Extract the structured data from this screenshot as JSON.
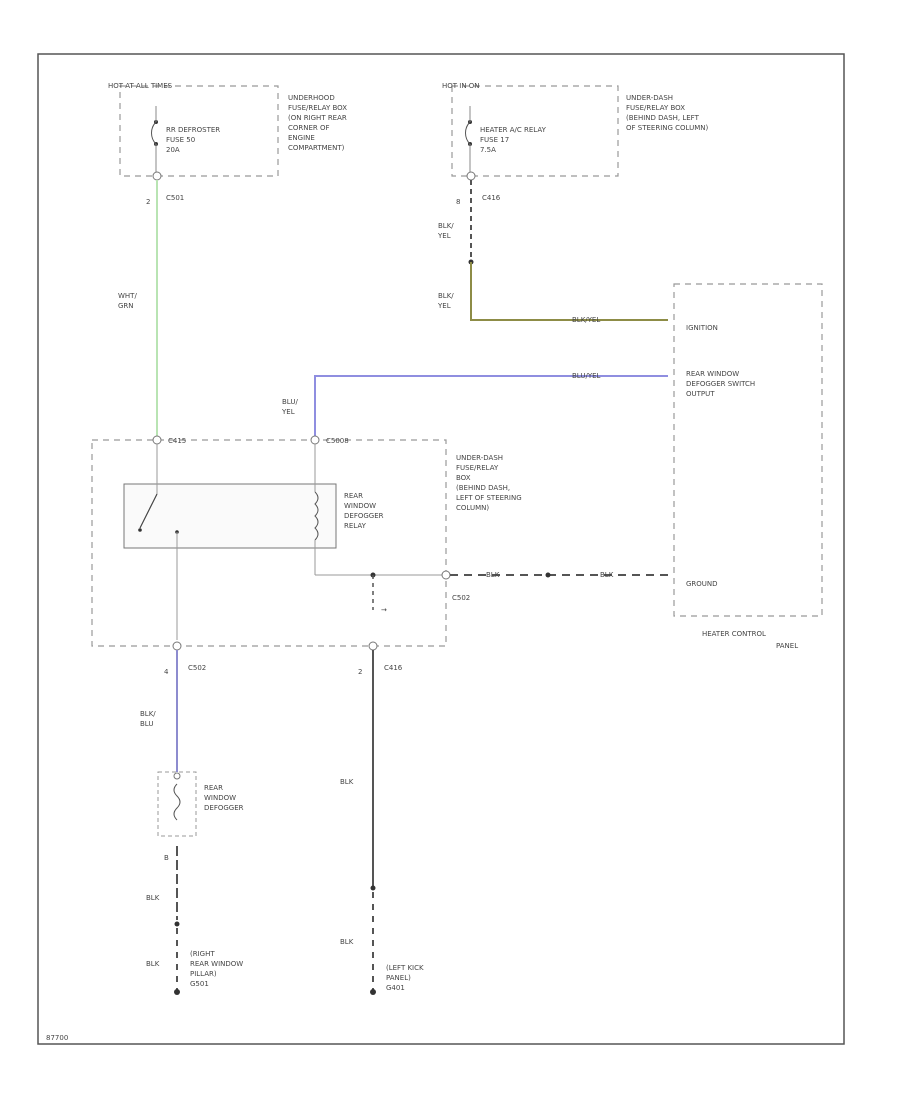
{
  "fuse_box_hot": {
    "header": "HOT AT ALL TIMES",
    "fuse": [
      "RR DEFROSTER",
      "FUSE 50",
      "20A"
    ],
    "box_label": [
      "UNDERHOOD",
      "FUSE/RELAY BOX",
      "(ON RIGHT REAR",
      "CORNER OF",
      "ENGINE",
      "COMPARTMENT)"
    ],
    "conn_pin": "2",
    "conn": "C501"
  },
  "fuse_box_ign": {
    "header": "HOT IN ON",
    "fuse": [
      "HEATER A/C RELAY",
      "FUSE 17",
      "7.5A"
    ],
    "box_label": [
      "UNDER-DASH",
      "FUSE/RELAY BOX",
      "(BEHIND DASH, LEFT",
      "OF STEERING COLUMN)"
    ],
    "conn_pin": "8",
    "conn": "C416"
  },
  "relay_box": {
    "conn_top_left": "C415",
    "conn_top_right": "C5008",
    "relay_label": [
      "REAR",
      "WINDOW",
      "DEFOGGER",
      "RELAY"
    ],
    "box_label": [
      "UNDER-DASH",
      "FUSE/RELAY",
      "BOX",
      "(BEHIND DASH,",
      "LEFT OF STEERING",
      "COLUMN)"
    ],
    "conn_bottom": "C502",
    "conn_bottom_pin": "4",
    "conn_ground": "C416",
    "conn_ground_pin": "2",
    "conn_right": "C502",
    "arrow_label": "→"
  },
  "heater_panel": {
    "pins": [
      "IGNITION",
      "REAR WINDOW",
      "DEFOGGER SWITCH",
      "OUTPUT",
      "GROUND"
    ],
    "label": [
      "HEATER CONTROL",
      "PANEL"
    ],
    "wire_labels": [
      "BLK/YEL",
      "BLU/YEL",
      "BLK"
    ]
  },
  "wires": {
    "wht_grn": [
      "WHT/",
      "GRN"
    ],
    "blk_yel_1": [
      "BLK/",
      "YEL"
    ],
    "blk_yel_2": [
      "BLK/",
      "YEL"
    ],
    "blu_yel": [
      "BLU/",
      "YEL"
    ],
    "blk_blu": [
      "BLK/",
      "BLU"
    ],
    "blk_1": "BLK",
    "blk_2": "BLK",
    "blk_3": "BLK",
    "blk_4": "BLK",
    "blk_5": "BLK",
    "ground_pin": "B"
  },
  "defogger": {
    "label": [
      "REAR",
      "WINDOW",
      "DEFOGGER"
    ]
  },
  "grounds": {
    "right": [
      "(RIGHT",
      "REAR WINDOW",
      "PILLAR)",
      "G501"
    ],
    "left": [
      "(LEFT KICK",
      "PANEL)",
      "G401"
    ]
  },
  "footer": "87700",
  "colors": {
    "wht_grn": "#b9e4b3",
    "blk_yel": "#8d8c46",
    "blu_yel": "#8f8ee0",
    "blk_blu": "#8d8ccf",
    "blk": "#555555"
  }
}
